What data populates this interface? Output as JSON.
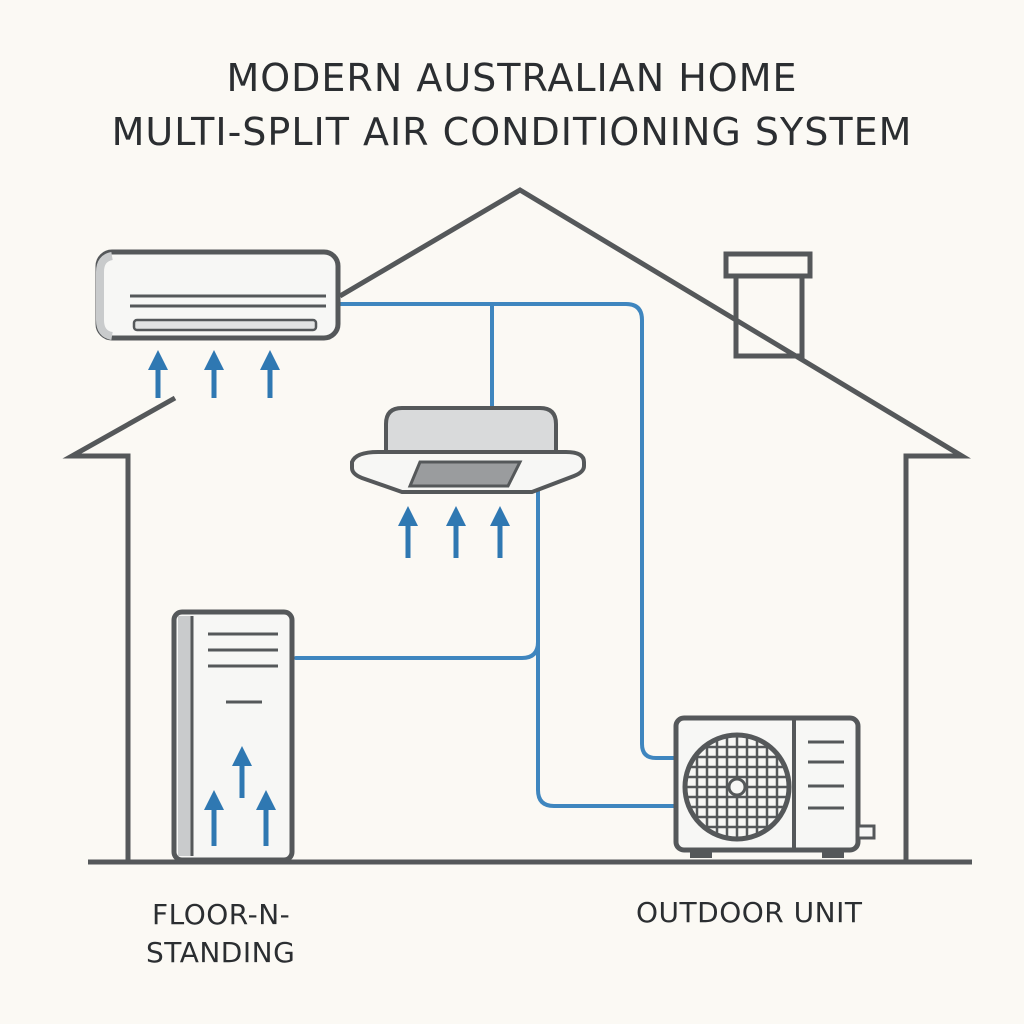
{
  "title": {
    "line1": "MODERN AUSTRALIAN HOME",
    "line2": "MULTI-SPLIT AIR CONDITIONING SYSTEM"
  },
  "labels": {
    "floor_standing_line1": "FLOOR-N-",
    "floor_standing_line2": "STANDING",
    "outdoor_unit": "OUTDOOR UNIT"
  },
  "colors": {
    "outline": "#55585a",
    "pipe": "#3f86bf",
    "arrow": "#2f78b2",
    "unit_fill": "#f7f7f5",
    "unit_shade": "#c9cbcc",
    "background": "#fbf9f4"
  }
}
